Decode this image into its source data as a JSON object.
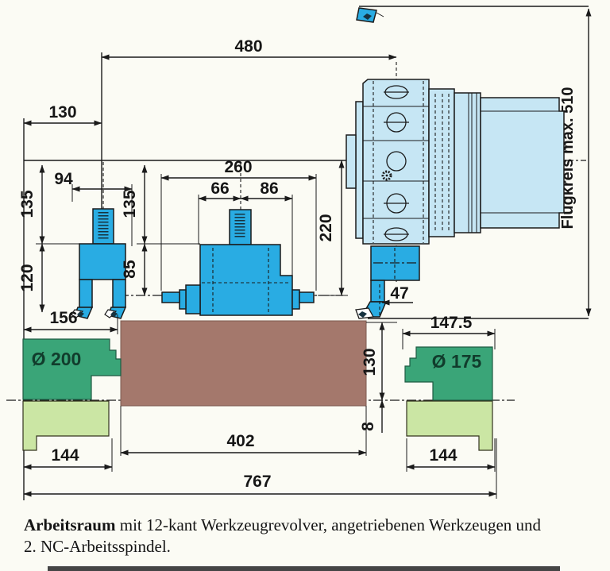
{
  "dims": {
    "d480": "480",
    "d130_top": "130",
    "d94": "94",
    "d135_left": "135",
    "d120": "120",
    "d135_mid": "135",
    "d85": "85",
    "d260": "260",
    "d66": "66",
    "d86": "86",
    "d220": "220",
    "d47": "47",
    "d156": "156",
    "d147_5": "147.5",
    "chuck_main": "Ø 200",
    "chuck_sub": "Ø 175",
    "d130_right": "130",
    "d8": "8",
    "d144_left": "144",
    "d402": "402",
    "d144_right": "144",
    "d767": "767",
    "flugkreis": "Flugkreis max. 510"
  },
  "caption": {
    "bold": "Arbeitsraum",
    "line1_rest": " mit 12-kant Werkzeugrevolver, angetriebenen Werkzeugen und",
    "line2": "2. NC-Arbeitsspindel."
  },
  "colors": {
    "tool_cyan": "#29ace3",
    "turret_light_blue": "#c6e6f4",
    "chuck_green": "#3aa578",
    "chuck_light_green": "#cbe6a4",
    "workpiece_brown": "#a4786c",
    "line": "#1b1b1b",
    "background": "#fbfbf4"
  }
}
